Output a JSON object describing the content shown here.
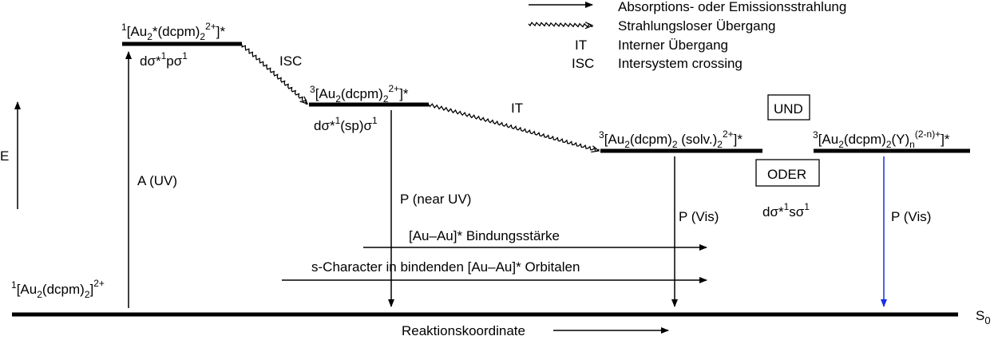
{
  "legend": {
    "arrow_text": "Absorptions- oder Emissionsstrahlung",
    "wavy_text": "Strahlungsloser Übergang",
    "it_abbr": "IT",
    "it_text": "Interner Übergang",
    "isc_abbr": "ISC",
    "isc_text": "Intersystem crossing"
  },
  "axis": {
    "energy_label": "E",
    "reaction_coordinate": "Reaktionskoordinate",
    "ground_state_label": "S",
    "ground_state_sub": "0"
  },
  "levels": {
    "ground": {
      "pre": "1",
      "main": "[Au",
      "sub1": "2",
      "mid": "(dcpm)",
      "sub2": "2",
      "end": "]",
      "sup": "2+"
    },
    "singlet": {
      "pre": "1",
      "main": "[Au",
      "sub1": "2",
      "mid": "*(dcpm)",
      "sub2": "2",
      "sup": "2+",
      "end": "]*",
      "config_a": "dσ*",
      "config_sup1": "1",
      "config_b": "pσ",
      "config_sup2": "1"
    },
    "triplet": {
      "pre": "3",
      "main": "[Au",
      "sub1": "2",
      "mid": "(dcpm)",
      "sub2": "2",
      "sup": "2+",
      "end": "]*",
      "config_a": "dσ*",
      "config_sup1": "1",
      "config_b": "(sp)σ",
      "config_sup2": "1"
    },
    "solv": {
      "pre": "3",
      "main": "[Au",
      "sub1": "2",
      "mid": "(dcpm)",
      "sub2": "2",
      "mid2": " (solv.)",
      "sub3": "2",
      "sup": "2+",
      "end": "]*"
    },
    "adduct": {
      "pre": "3",
      "main": "[Au",
      "sub1": "2",
      "mid": "(dcpm)",
      "sub2": "2",
      "mid2": "(Y)",
      "sub3": "n",
      "sup": "(2-n)+",
      "end": "]*"
    },
    "right_config": {
      "a": "dσ*",
      "sup1": "1",
      "b": "sσ",
      "sup2": "1"
    }
  },
  "transitions": {
    "absorption": "A (UV)",
    "isc": "ISC",
    "it": "IT",
    "p_near_uv": "P (near UV)",
    "p_vis_1": "P (Vis)",
    "p_vis_2": "P (Vis)"
  },
  "trends": {
    "bond_strength": "[Au–Au]* Bindungsstärke",
    "s_character": "s-Character in bindenden [Au–Au]* Orbitalen"
  },
  "boxes": {
    "und": "UND",
    "oder": "ODER"
  },
  "colors": {
    "line": "#000000",
    "blue_arrow": "#1a2fe6"
  }
}
